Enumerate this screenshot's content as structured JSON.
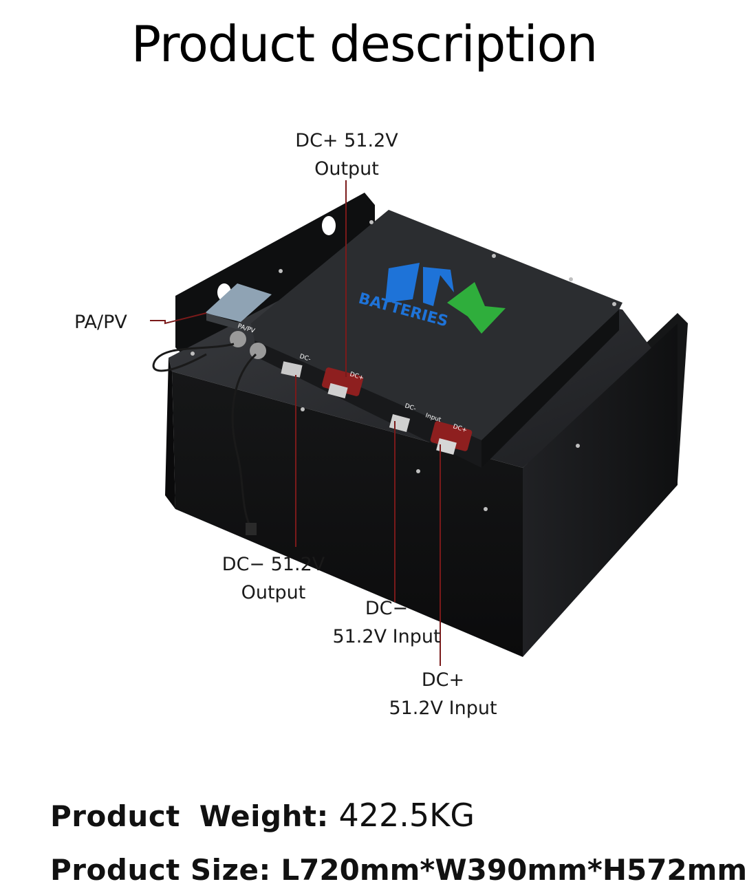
{
  "heading": "Product description",
  "callouts": {
    "dc_pos_output": [
      "DC+ 51.2V",
      "Output"
    ],
    "pa_pv": "PA/PV",
    "dc_neg_output": [
      "DC− 51.2V",
      "Output"
    ],
    "dc_neg_input": [
      "DC−",
      "51.2V Input"
    ],
    "dc_pos_input": [
      "DC+",
      "51.2V Input"
    ]
  },
  "panel_labels": {
    "pa_pv": "PA/PV",
    "dc_neg": "DC-",
    "dc_pos": "DC+",
    "input": "Input"
  },
  "logo": {
    "letters": "JM",
    "text": "BATTERIES"
  },
  "specs": {
    "weight_label_a": "Product",
    "weight_label_b": "Weight:",
    "weight_value": "422.5KG",
    "size_label": "Product Size:",
    "size_value": "L720mm*W390mm*H572mm"
  },
  "colors": {
    "leader_line": "#7a1a1a",
    "logo_blue": "#1e73d8",
    "logo_green": "#2fae3c",
    "terminal_red": "#8e1f1f"
  }
}
